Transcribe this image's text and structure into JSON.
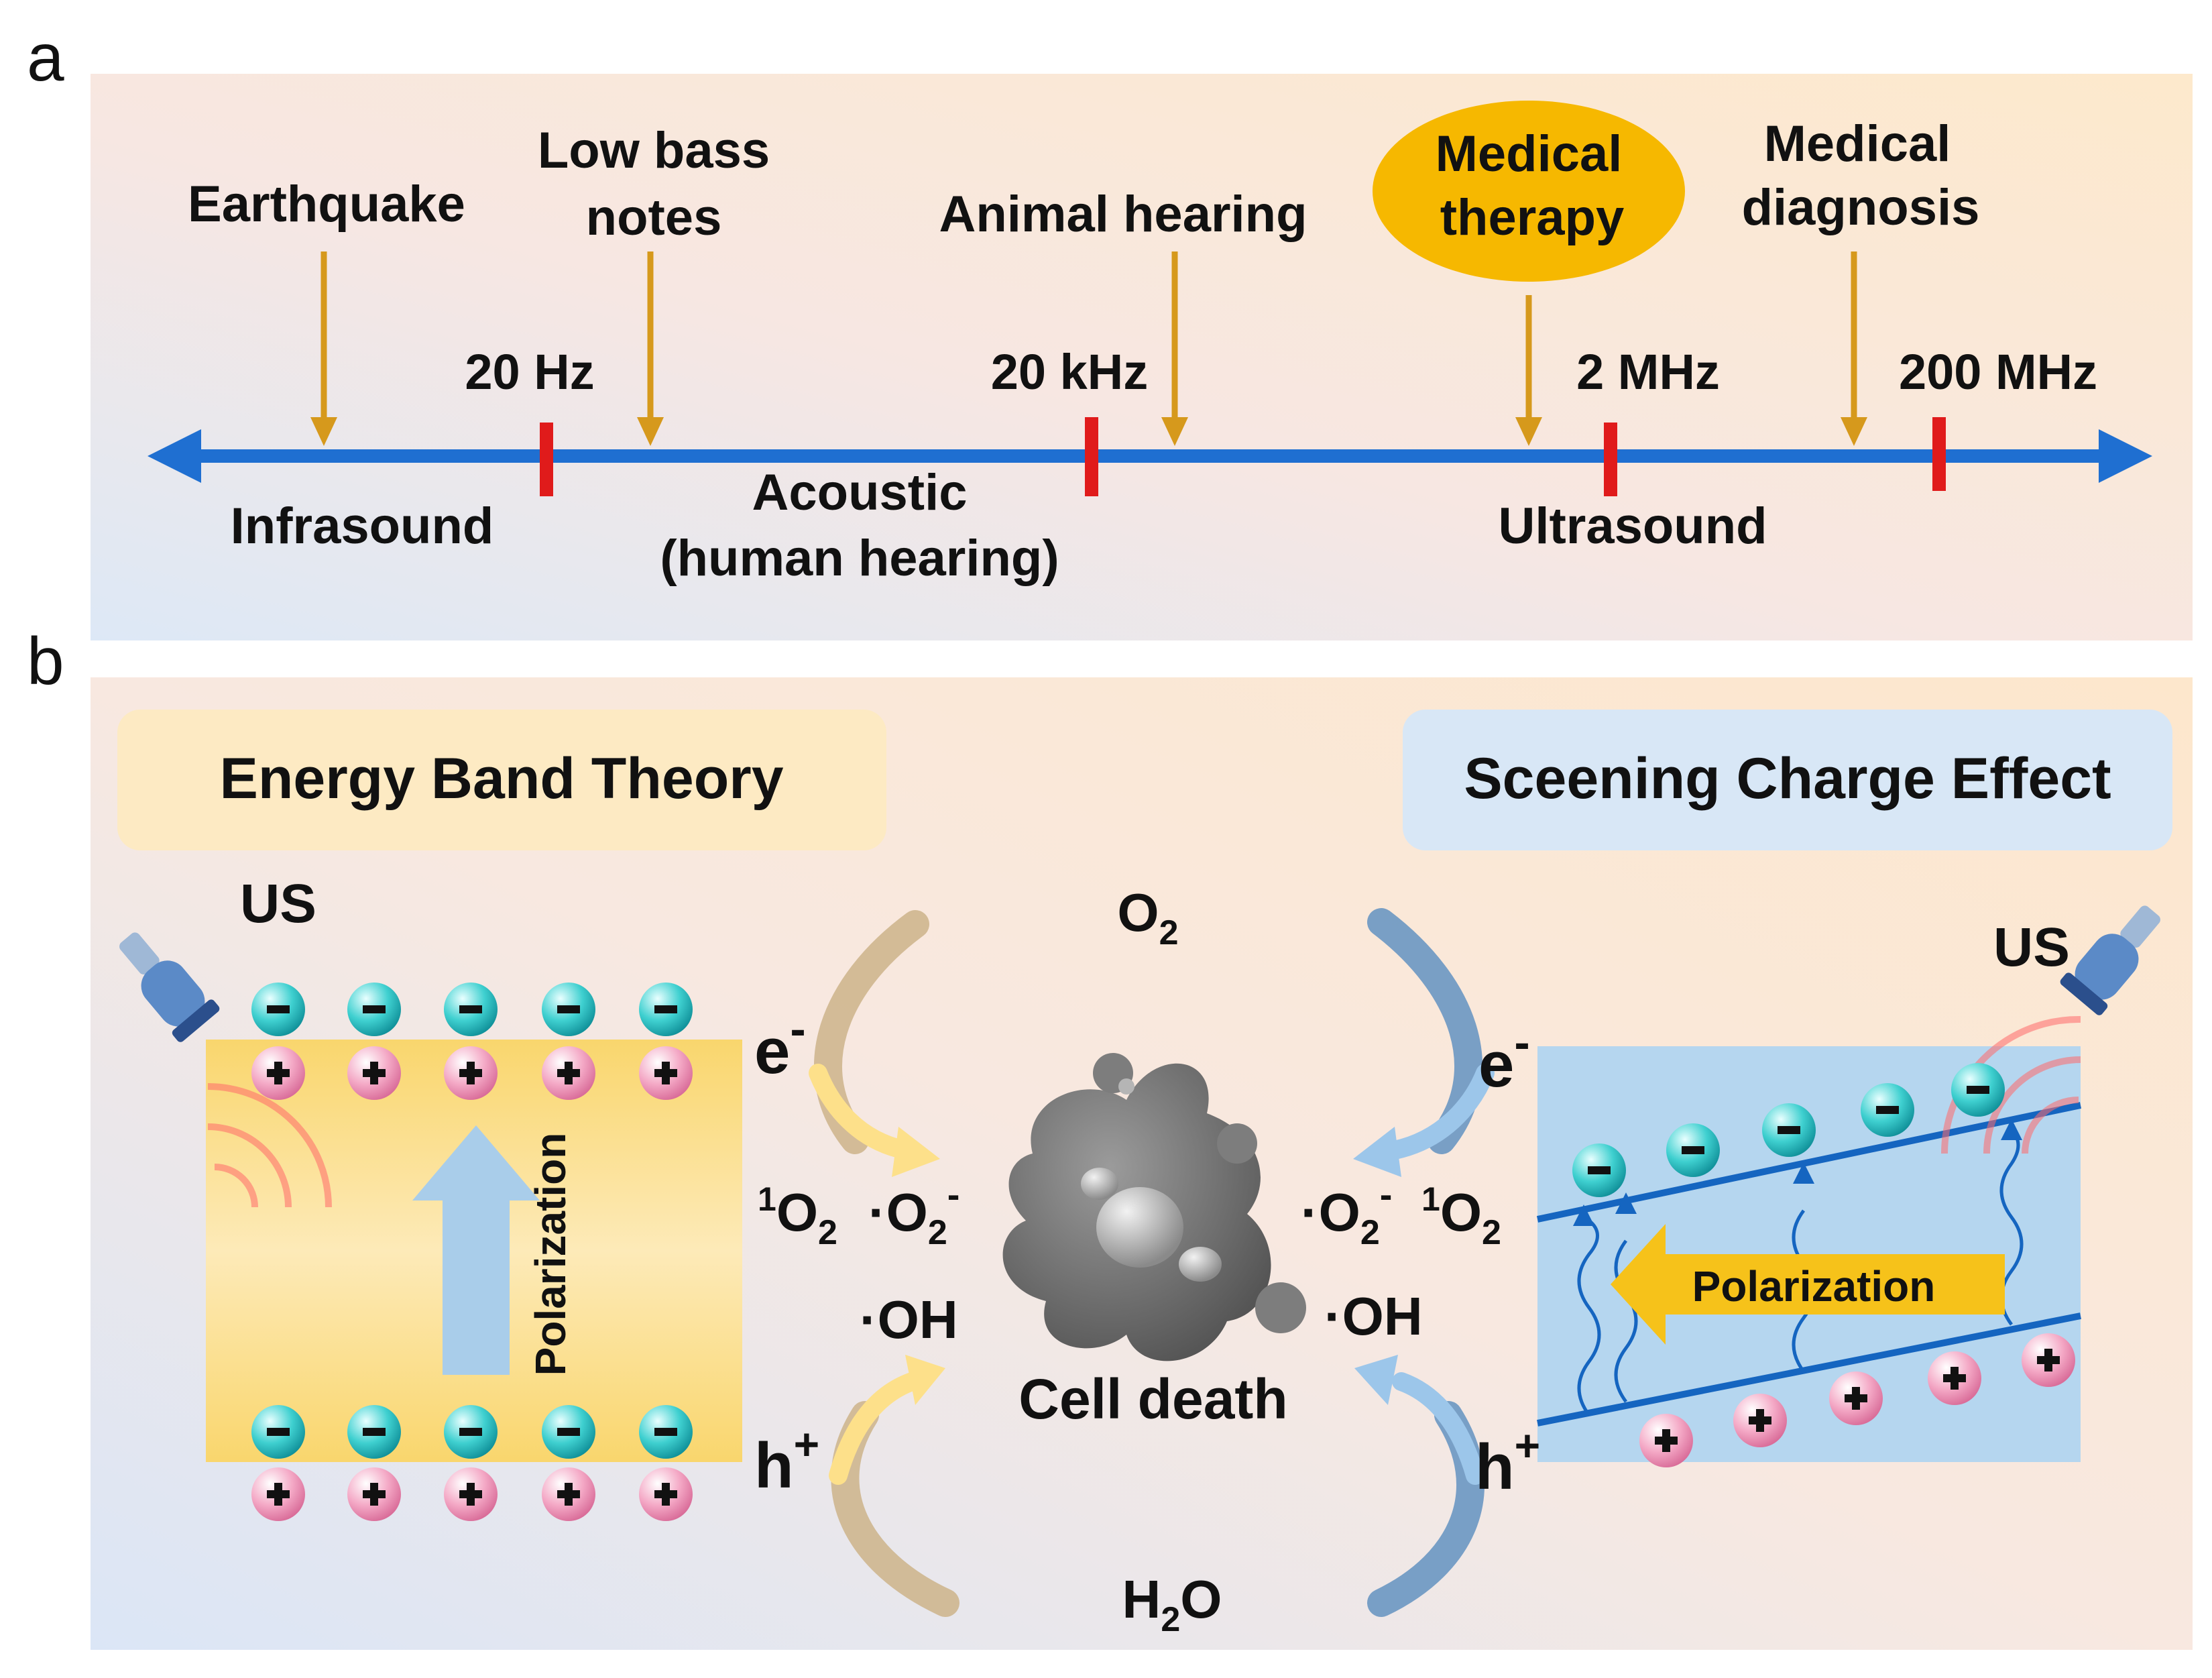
{
  "panel_a": {
    "label": "a",
    "events": {
      "earthquake": "Earthquake",
      "low_bass_1": "Low bass",
      "low_bass_2": "notes",
      "animal_hearing": "Animal hearing",
      "medical_therapy_1": "Medical",
      "medical_therapy_2": "therapy",
      "medical_diagnosis_1": "Medical",
      "medical_diagnosis_2": "diagnosis"
    },
    "ticks": [
      "20 Hz",
      "20 kHz",
      "2 MHz",
      "200 MHz"
    ],
    "regions": {
      "infrasound": "Infrasound",
      "acoustic_1": "Acoustic",
      "acoustic_2": "(human hearing)",
      "ultrasound": "Ultrasound"
    }
  },
  "panel_b": {
    "label": "b",
    "left_title": "Energy Band Theory",
    "right_title": "Sceening Charge Effect",
    "us": "US",
    "polarization": "Polarization",
    "electron": "e",
    "hole": "h",
    "o2_base": "O",
    "h2o_h": "H",
    "h2o_o": "O",
    "singlet_sup": "1",
    "oxygen": "O",
    "sub2": "2",
    "dot_o": "·O",
    "minus": "-",
    "plus": "+",
    "oh": "·OH",
    "cell_death": "Cell death"
  },
  "colors": {
    "axis": "#1f6fd1",
    "tick": "#e01b1b",
    "event_arrow": "#d6991c",
    "highlight": "#f6b800",
    "negative_charge": "#22c1c3",
    "positive_charge": "#f08cb4",
    "band_line": "#1565c0",
    "yellow_arrow": "#f6c21a"
  }
}
